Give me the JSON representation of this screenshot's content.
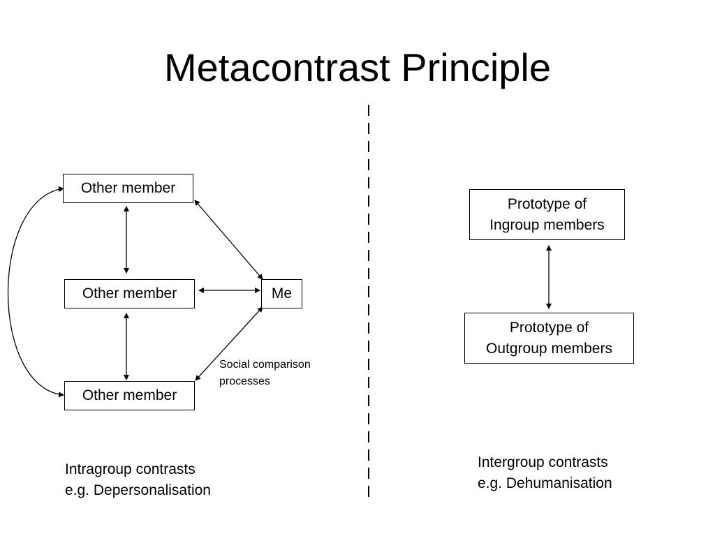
{
  "title": "Metacontrast Principle",
  "left_panel": {
    "node_top": "Other member",
    "node_middle": "Other member",
    "node_bottom": "Other member",
    "node_me": "Me",
    "edge_label_line1": "Social comparison",
    "edge_label_line2": "processes",
    "caption_line1": "Intragroup contrasts",
    "caption_line2": "e.g. Depersonalisation"
  },
  "right_panel": {
    "node_ingroup_line1": "Prototype of",
    "node_ingroup_line2": "Ingroup members",
    "node_outgroup_line1": "Prototype of",
    "node_outgroup_line2": "Outgroup members",
    "caption_line1": "Intergroup contrasts",
    "caption_line2": "e.g. Dehumanisation"
  },
  "colors": {
    "line": "#000000",
    "background": "#ffffff"
  }
}
